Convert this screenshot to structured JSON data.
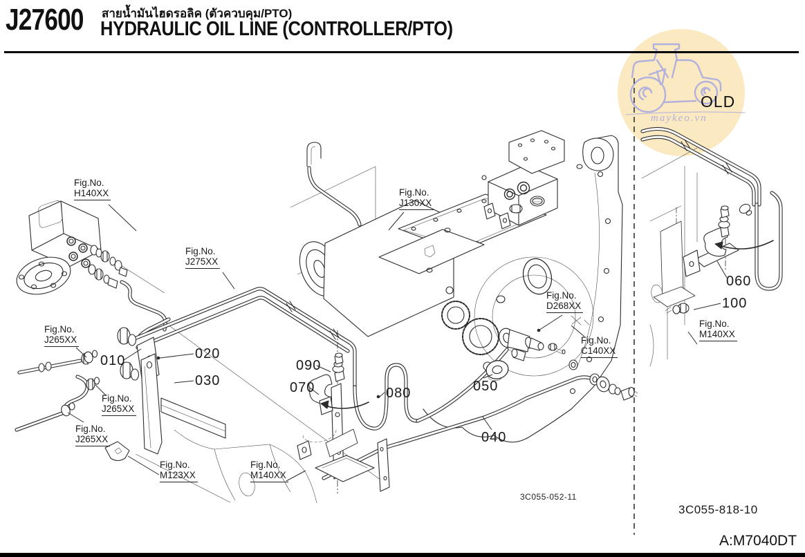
{
  "header": {
    "code": "J27600",
    "title_thai": "สายน้ำมันไฮดรอลิค (ตัวควบคุม/PTO)",
    "title_en": "HYDRAULIC OIL LINE (CONTROLLER/PTO)"
  },
  "watermark": {
    "site_label": "maykeo.vn",
    "old_label": "OLD",
    "circle_color": "#fbe9c1",
    "line_color": "#b2b0dc"
  },
  "labels": {
    "fig_prefix": "Fig.No."
  },
  "fig_labels": [
    {
      "code": "H140XX"
    },
    {
      "code": "J275XX"
    },
    {
      "code": "J130XX"
    },
    {
      "code": "J265XX"
    },
    {
      "code": "J265XX"
    },
    {
      "code": "J265XX"
    },
    {
      "code": "M123XX"
    },
    {
      "code": "M140XX"
    },
    {
      "code": "D268XX"
    },
    {
      "code": "C140XX"
    },
    {
      "code": "M140XX"
    }
  ],
  "part_refs": [
    "010",
    "020",
    "030",
    "040",
    "050",
    "060",
    "070",
    "080",
    "090",
    "100"
  ],
  "footer": {
    "left_code": "3C055-052-11",
    "right_code": "3C055-818-10",
    "model_code": "A:M7040DT"
  }
}
